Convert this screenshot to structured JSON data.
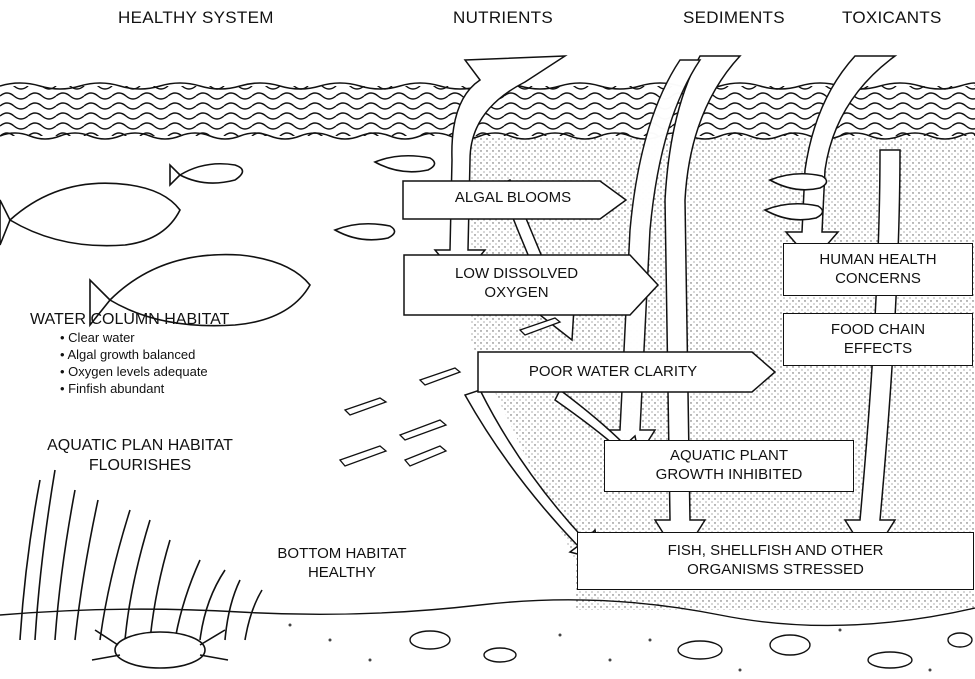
{
  "headers": {
    "healthy": "HEALTHY SYSTEM",
    "nutrients": "NUTRIENTS",
    "sediments": "SEDIMENTS",
    "toxicants": "TOXICANTS"
  },
  "effects": {
    "algal_blooms": "ALGAL BLOOMS",
    "low_oxygen_line1": "LOW DISSOLVED",
    "low_oxygen_line2": "OXYGEN",
    "poor_clarity": "POOR WATER CLARITY",
    "plant_inhibited_line1": "AQUATIC PLANT",
    "plant_inhibited_line2": "GROWTH INHIBITED",
    "organisms_stressed_line1": "FISH, SHELLFISH AND OTHER",
    "organisms_stressed_line2": "ORGANISMS STRESSED",
    "human_health_line1": "HUMAN HEALTH",
    "human_health_line2": "CONCERNS",
    "food_chain_line1": "FOOD CHAIN",
    "food_chain_line2": "EFFECTS"
  },
  "healthy": {
    "water_column_title": "WATER COLUMN HABITAT",
    "bullets": [
      "Clear water",
      "Algal growth balanced",
      "Oxygen levels adequate",
      "Finfish abundant"
    ],
    "plant_line1": "AQUATIC PLAN HABITAT",
    "plant_line2": "FLOURISHES",
    "bottom_line1": "BOTTOM HABITAT",
    "bottom_line2": "HEALTHY"
  }
}
